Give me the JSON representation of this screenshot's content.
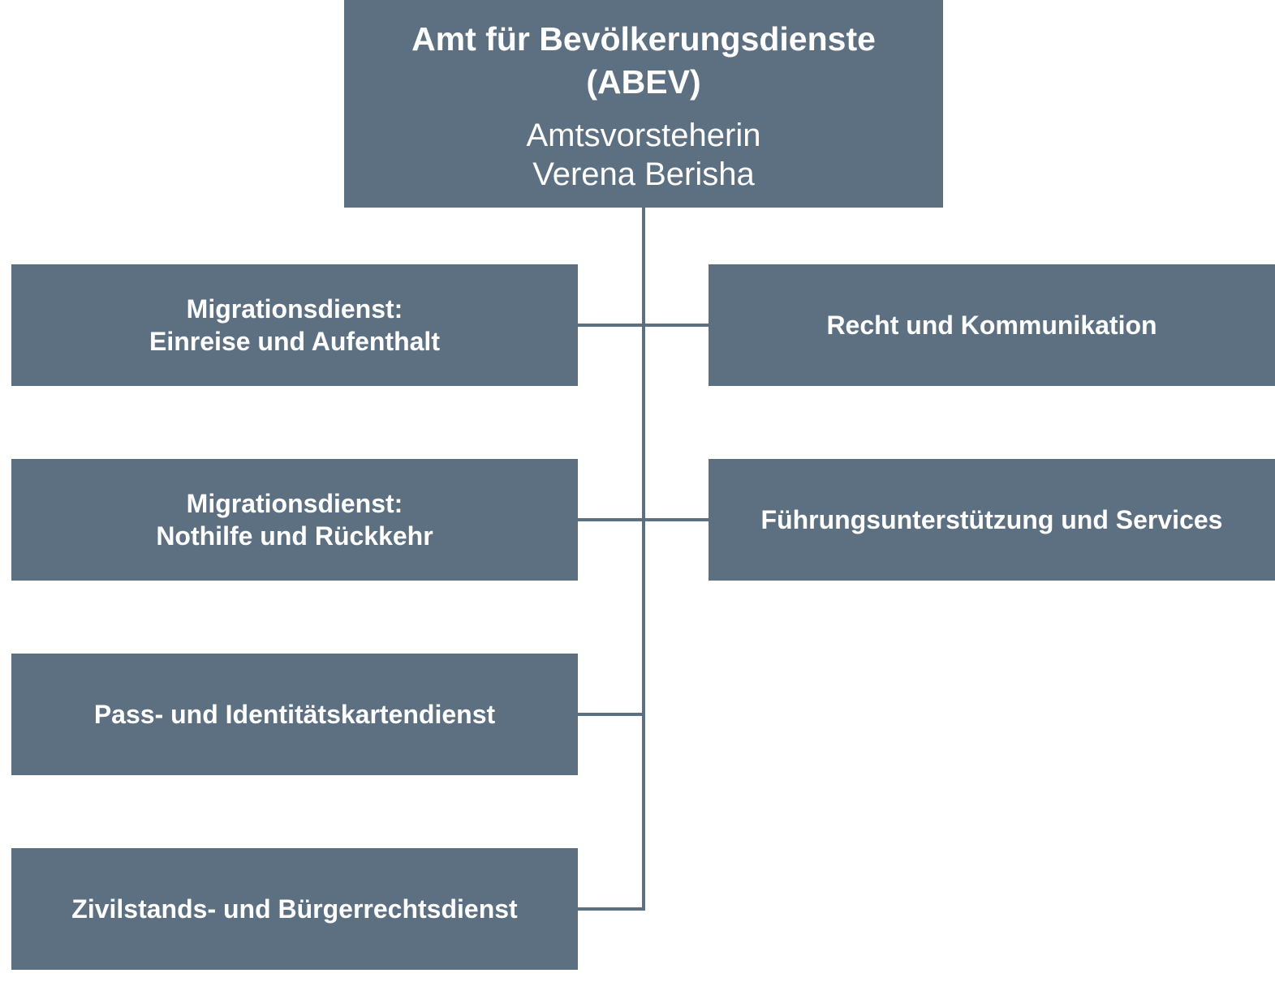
{
  "org_chart": {
    "root": {
      "title": "Amt für Bevölkerungsdienste\n(ABEV)",
      "head": "Amtsvorsteherin\nVerena Berisha"
    },
    "left_units": [
      {
        "label": "Migrationsdienst:\nEinreise und Aufenthalt"
      },
      {
        "label": "Migrationsdienst:\nNothilfe und Rückkehr"
      },
      {
        "label": "Pass- und Identitätskartendienst"
      },
      {
        "label": "Zivilstands- und Bürgerrechtsdienst"
      }
    ],
    "right_units": [
      {
        "label": "Recht und Kommunikation"
      },
      {
        "label": "Führungsunterstützung und Services"
      }
    ]
  },
  "colors": {
    "box_fill": "#5d7081",
    "box_text": "#ffffff",
    "connector": "#5d7081",
    "background": "#ffffff"
  }
}
